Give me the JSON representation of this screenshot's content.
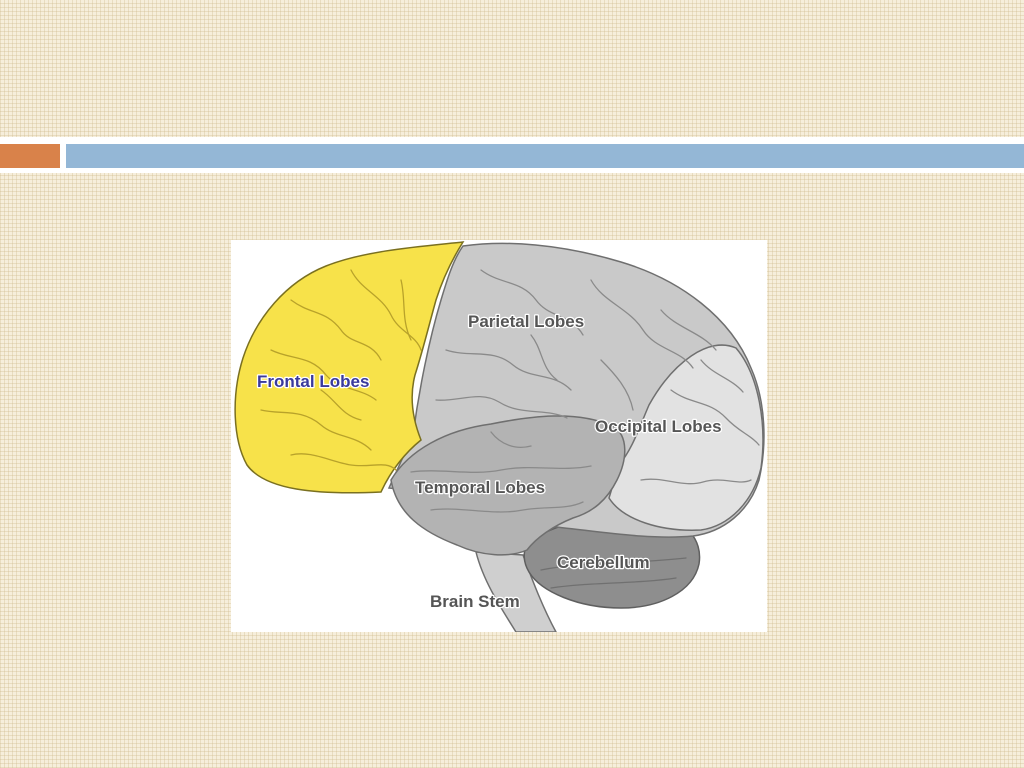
{
  "slide": {
    "colors": {
      "background": "#f6eedb",
      "accent_orange": "#d9824a",
      "accent_blue": "#94b7d6"
    }
  },
  "diagram": {
    "labels": {
      "frontal": "Frontal Lobes",
      "parietal": "Parietal Lobes",
      "occipital": "Occipital Lobes",
      "temporal": "Temporal Lobes",
      "cerebellum": "Cerebellum",
      "brain_stem": "Brain Stem"
    },
    "colors": {
      "frontal": "#f7e24a",
      "parietal": "#c9c9c9",
      "occipital": "#e2e2e2",
      "temporal": "#b3b3b3",
      "cerebellum": "#8e8e8e",
      "brain_stem": "#cfcfcf",
      "frontal_label": "#3a3a9c",
      "label": "#555555"
    }
  }
}
